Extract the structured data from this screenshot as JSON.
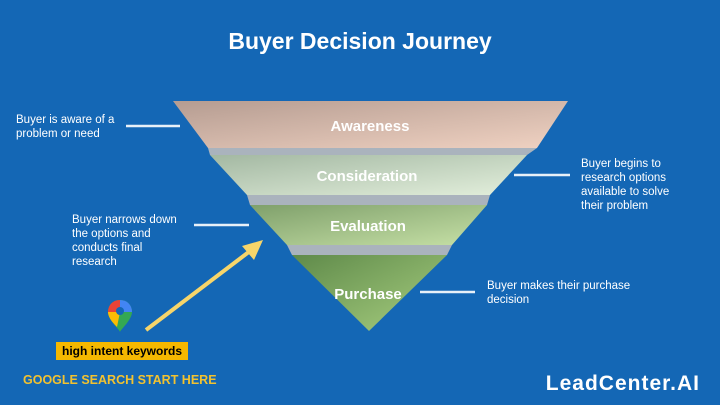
{
  "title": "Buyer Decision Journey",
  "stages": [
    "Awareness",
    "Consideration",
    "Evaluation",
    "Purchase"
  ],
  "notes": {
    "awareness": "Buyer is aware of a problem or need",
    "consideration": "Buyer begins to research options available to solve their problem",
    "evaluation": "Buyer narrows down the options and conducts final research",
    "purchase": "Buyer makes their purchase decision"
  },
  "keyword_badge": "high intent keywords",
  "google_label": "GOOGLE SEARCH START HERE",
  "brand": "LeadCenter.AI",
  "icons": [
    "google-maps-pin-icon",
    "arrow-icon"
  ],
  "colors": {
    "background": "#1467b5",
    "arrow": "#f7d56a",
    "badge": "#f5b800"
  }
}
